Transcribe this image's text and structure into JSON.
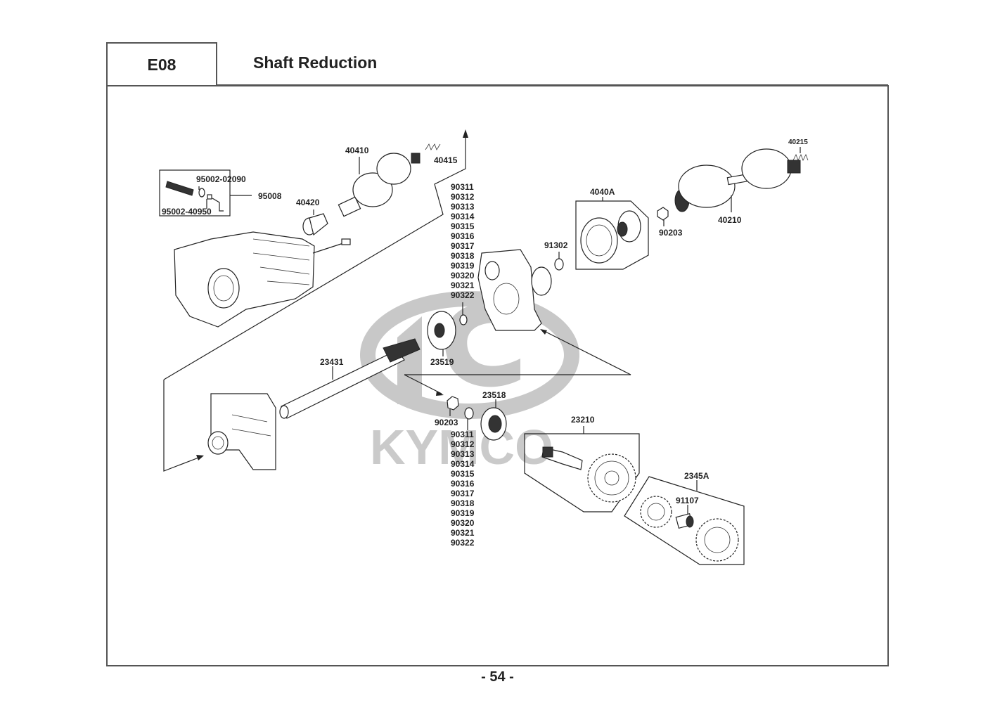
{
  "header": {
    "section_code": "E08",
    "title": "Shaft Reduction"
  },
  "watermark": {
    "brand": "KYMCO"
  },
  "footer": {
    "page_number": "- 54 -"
  },
  "callouts": {
    "p95002_02090": "95002-02090",
    "p95002_40950": "95002-40950",
    "p95008": "95008",
    "p40420": "40420",
    "p40410": "40410",
    "p40415": "40415",
    "p4040A": "4040A",
    "p91302": "91302",
    "p90203_upper": "90203",
    "p40210": "40210",
    "p40215": "40215",
    "p23431": "23431",
    "p23519": "23519",
    "p23518": "23518",
    "p90203_lower": "90203",
    "p23210": "23210",
    "p2345A": "2345A",
    "p91107": "91107"
  },
  "shim_list_upper": [
    "90311",
    "90312",
    "90313",
    "90314",
    "90315",
    "90316",
    "90317",
    "90318",
    "90319",
    "90320",
    "90321",
    "90322"
  ],
  "shim_list_lower": [
    "90311",
    "90312",
    "90313",
    "90314",
    "90315",
    "90316",
    "90317",
    "90318",
    "90319",
    "90320",
    "90321",
    "90322"
  ]
}
